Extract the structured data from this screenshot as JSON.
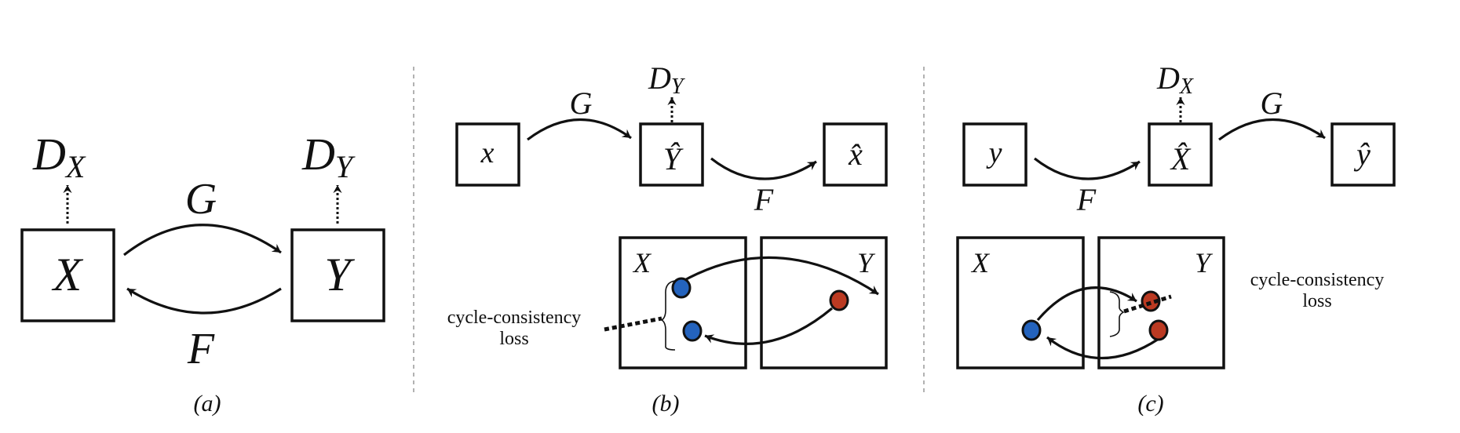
{
  "colors": {
    "domain_x_point": "#2463bd",
    "domain_y_point": "#bb3a22",
    "stroke": "#111111",
    "separator": "#999999"
  },
  "panels": [
    {
      "id": "a",
      "caption": "(a)",
      "nodes": [
        {
          "id": "X",
          "label": "X"
        },
        {
          "id": "Y",
          "label": "Y"
        }
      ],
      "discriminators": [
        {
          "label_main": "D",
          "label_sub": "X",
          "attached_to": "X"
        },
        {
          "label_main": "D",
          "label_sub": "Y",
          "attached_to": "Y"
        }
      ],
      "mappings": [
        {
          "label": "G",
          "from": "X",
          "to": "Y"
        },
        {
          "label": "F",
          "from": "Y",
          "to": "X"
        }
      ]
    },
    {
      "id": "b",
      "caption": "(b)",
      "nodes": [
        {
          "id": "x",
          "label": "x"
        },
        {
          "id": "Yhat",
          "label": "Ŷ"
        },
        {
          "id": "xhat",
          "label": "x̂"
        }
      ],
      "discriminator": {
        "label_main": "D",
        "label_sub": "Y",
        "attached_to": "Yhat"
      },
      "mappings": [
        {
          "label": "G",
          "from": "x",
          "to": "Yhat"
        },
        {
          "label": "F",
          "from": "Yhat",
          "to": "xhat"
        }
      ],
      "domains": [
        {
          "label": "X",
          "points": [
            "blue",
            "blue"
          ]
        },
        {
          "label": "Y",
          "points": [
            "red"
          ]
        }
      ],
      "loss_label": [
        "cycle-consistency",
        "loss"
      ]
    },
    {
      "id": "c",
      "caption": "(c)",
      "nodes": [
        {
          "id": "y",
          "label": "y"
        },
        {
          "id": "Xhat",
          "label": "X̂"
        },
        {
          "id": "yhat",
          "label": "ŷ"
        }
      ],
      "discriminator": {
        "label_main": "D",
        "label_sub": "X",
        "attached_to": "Xhat"
      },
      "mappings": [
        {
          "label": "F",
          "from": "y",
          "to": "Xhat"
        },
        {
          "label": "G",
          "from": "Xhat",
          "to": "yhat"
        }
      ],
      "domains": [
        {
          "label": "X",
          "points": [
            "blue"
          ]
        },
        {
          "label": "Y",
          "points": [
            "red",
            "red"
          ]
        }
      ],
      "loss_label": [
        "cycle-consistency",
        "loss"
      ]
    }
  ]
}
